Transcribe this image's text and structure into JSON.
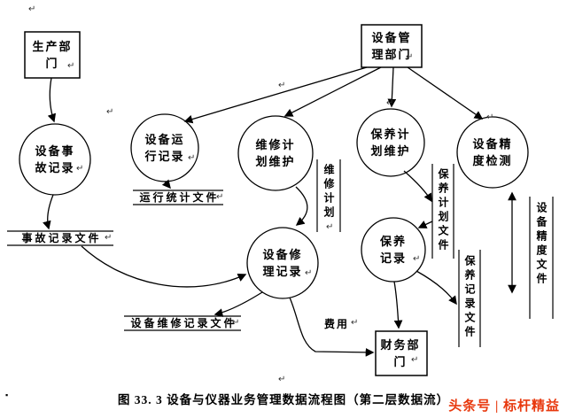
{
  "marks": {
    "glyph": "↵"
  },
  "bullet": "▪",
  "entities": {
    "production": {
      "line1": "生产部",
      "line2": "门"
    },
    "management": {
      "line1": "设备管",
      "line2": "理部门"
    },
    "finance": {
      "line1": "财务部",
      "line2": "门"
    }
  },
  "processes": {
    "accident": {
      "line1": "设备事",
      "line2": "故记录"
    },
    "operation": {
      "line1": "设备运",
      "line2": "行记录"
    },
    "repair_plan": {
      "line1": "维修计",
      "line2": "划维护"
    },
    "upkeep_plan": {
      "line1": "保养计",
      "line2": "划维护"
    },
    "precision": {
      "line1": "设备精",
      "line2": "度检测"
    },
    "repair_record": {
      "line1": "设备修",
      "line2": "理记录"
    },
    "upkeep_record": {
      "line1": "保养",
      "line2": "记录"
    }
  },
  "stores": {
    "accident_file": "事 故 记 录 文 件",
    "operation_file": "运 行 统 计 文 件",
    "repair_record_file": "设 备 维 修 记 录 文 件",
    "repair_plan_file": "维修计划",
    "upkeep_plan_file": "保养计划文件",
    "upkeep_record_file": "保养记录文件",
    "precision_file": "设备精度文件"
  },
  "labels": {
    "fee": "费用"
  },
  "caption": "图 33. 3 设备与仪器业务管理数据流程图（第二层数据流）",
  "watermark": "头条号 | 标杆精益",
  "colors": {
    "line": "#000000",
    "watermark": "#e8380d"
  }
}
